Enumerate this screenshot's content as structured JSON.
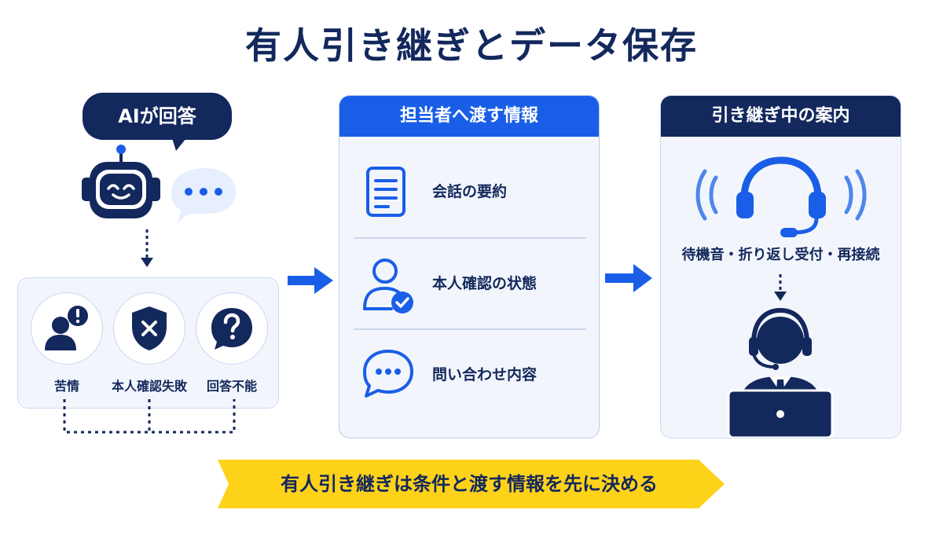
{
  "title": "有人引き継ぎとデータ保存",
  "left": {
    "ai_bubble": "AIが回答",
    "triggers": [
      {
        "label": "苦情",
        "icon": "person-alert-icon"
      },
      {
        "label": "本人確認失敗",
        "icon": "shield-x-icon"
      },
      {
        "label": "回答不能",
        "icon": "question-bubble-icon"
      }
    ]
  },
  "middle": {
    "header": "担当者へ渡す情報",
    "items": [
      {
        "label": "会話の要約",
        "icon": "document-icon"
      },
      {
        "label": "本人確認の状態",
        "icon": "user-check-icon"
      },
      {
        "label": "問い合わせ内容",
        "icon": "chat-dots-icon"
      }
    ]
  },
  "right": {
    "header": "引き継ぎ中の案内",
    "options": "待機音・折り返し受付・再接続"
  },
  "banner": "有人引き継ぎは条件と渡す情報を先に決める",
  "colors": {
    "navy": "#13285c",
    "blue": "#1a5ee8",
    "yellow": "#ffd21a",
    "panel": "#f2f6fc"
  }
}
